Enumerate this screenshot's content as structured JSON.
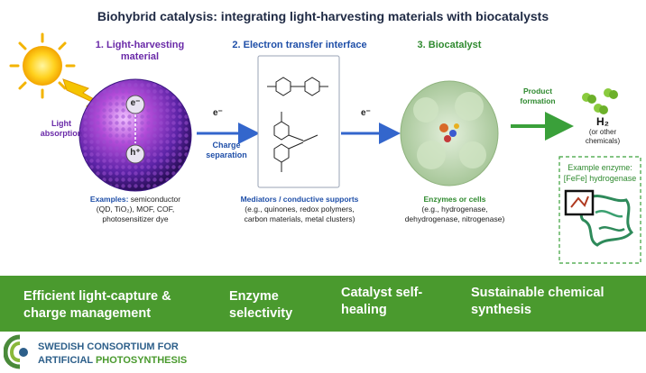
{
  "title": "Biohybrid catalysis: integrating light-harvesting materials with biocatalysts",
  "section1": {
    "heading_line1": "1. Light-harvesting",
    "heading_line2": "material",
    "light_label_1": "Light",
    "light_label_2": "absorption",
    "electron": "e⁻",
    "hole": "h⁺",
    "examples_bold": "Examples:",
    "examples_line1": " semiconductor",
    "examples_line2": "(QD, TiO₂), MOF, COF,",
    "examples_line3": "photosensitizer dye"
  },
  "section2": {
    "heading": "2. Electron transfer interface",
    "electron_in": "e⁻",
    "charge_sep_1": "Charge",
    "charge_sep_2": "separation",
    "electron_out": "e⁻",
    "mediators_bold": "Mediators / conductive supports",
    "mediators_line1": "(e.g., quinones, redox polymers,",
    "mediators_line2": "carbon materials, metal clusters)"
  },
  "section3": {
    "heading": "3. Biocatalyst",
    "enzymes_bold": "Enzymes or cells",
    "enzymes_line1": "(e.g., hydrogenase,",
    "enzymes_line2": "dehydrogenase, nitrogenase)",
    "product_1": "Product",
    "product_2": "formation",
    "h2": "H₂",
    "other_1": "(or other",
    "other_2": "chemicals)",
    "example_enzyme_1": "Example enzyme:",
    "example_enzyme_2": "[FeFe] hydrogenase"
  },
  "band": {
    "item1_line1": "Efficient light-capture &",
    "item1_line2": "charge management",
    "item2_line1": "Enzyme",
    "item2_line2": "selectivity",
    "item3_line1": "Catalyst self-",
    "item3_line2": "healing",
    "item4_line1": "Sustainable chemical",
    "item4_line2": "synthesis"
  },
  "logo": {
    "line1": "SWEDISH CONSORTIUM FOR",
    "line2_part1": "ARTIFICIAL ",
    "line2_part2": "PHOTOSYNTHESIS"
  },
  "colors": {
    "band": "#4a9a2e",
    "purple": "#6a2aa8",
    "blue": "#1f4fa8",
    "green": "#2f8a2f",
    "arrow_blue": "#3366cc",
    "arrow_green": "#3aa03a"
  }
}
